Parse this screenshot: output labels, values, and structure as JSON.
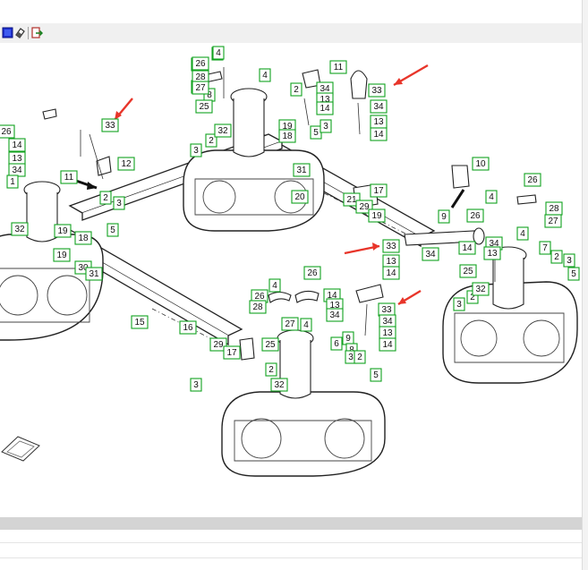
{
  "toolbar": {
    "buttons": [
      {
        "name": "blue-square-icon",
        "color": "#1f2fd0"
      },
      {
        "name": "eraser-icon",
        "color": "#333333"
      },
      {
        "name": "export-icon",
        "color": "#b0302a"
      }
    ]
  },
  "diagram": {
    "callouts": [
      {
        "text": "4"
      },
      {
        "text": "26"
      },
      {
        "text": "27"
      },
      {
        "text": "33"
      },
      {
        "text": "26"
      },
      {
        "text": "14"
      },
      {
        "text": "13"
      },
      {
        "text": "34"
      },
      {
        "text": "1"
      },
      {
        "text": "11"
      },
      {
        "text": "12"
      },
      {
        "text": "2"
      },
      {
        "text": "3"
      },
      {
        "text": "32"
      },
      {
        "text": "19"
      },
      {
        "text": "18"
      },
      {
        "text": "5"
      },
      {
        "text": "19"
      },
      {
        "text": "30"
      },
      {
        "text": "31"
      },
      {
        "text": "15"
      },
      {
        "text": "16"
      },
      {
        "text": "29"
      },
      {
        "text": "17"
      },
      {
        "text": "4"
      },
      {
        "text": "26"
      },
      {
        "text": "28"
      },
      {
        "text": "8"
      },
      {
        "text": "27"
      },
      {
        "text": "25"
      },
      {
        "text": "4"
      },
      {
        "text": "11"
      },
      {
        "text": "2"
      },
      {
        "text": "34"
      },
      {
        "text": "33"
      },
      {
        "text": "13"
      },
      {
        "text": "14"
      },
      {
        "text": "34"
      },
      {
        "text": "13"
      },
      {
        "text": "14"
      },
      {
        "text": "3"
      },
      {
        "text": "2"
      },
      {
        "text": "32"
      },
      {
        "text": "19"
      },
      {
        "text": "18"
      },
      {
        "text": "5"
      },
      {
        "text": "31"
      },
      {
        "text": "3"
      },
      {
        "text": "20"
      },
      {
        "text": "17"
      },
      {
        "text": "21"
      },
      {
        "text": "29"
      },
      {
        "text": "19"
      },
      {
        "text": "10"
      },
      {
        "text": "9"
      },
      {
        "text": "26"
      },
      {
        "text": "4"
      },
      {
        "text": "26"
      },
      {
        "text": "28"
      },
      {
        "text": "27"
      },
      {
        "text": "33"
      },
      {
        "text": "34"
      },
      {
        "text": "13"
      },
      {
        "text": "14"
      },
      {
        "text": "14"
      },
      {
        "text": "34"
      },
      {
        "text": "13"
      },
      {
        "text": "4"
      },
      {
        "text": "7"
      },
      {
        "text": "2"
      },
      {
        "text": "3"
      },
      {
        "text": "5"
      },
      {
        "text": "25"
      },
      {
        "text": "2"
      },
      {
        "text": "32"
      },
      {
        "text": "3"
      },
      {
        "text": "26"
      },
      {
        "text": "4"
      },
      {
        "text": "14"
      },
      {
        "text": "26"
      },
      {
        "text": "28"
      },
      {
        "text": "13"
      },
      {
        "text": "34"
      },
      {
        "text": "27"
      },
      {
        "text": "4"
      },
      {
        "text": "33"
      },
      {
        "text": "34"
      },
      {
        "text": "13"
      },
      {
        "text": "14"
      },
      {
        "text": "6"
      },
      {
        "text": "9"
      },
      {
        "text": "8"
      },
      {
        "text": "25"
      },
      {
        "text": "2"
      },
      {
        "text": "3"
      },
      {
        "text": "2"
      },
      {
        "text": "32"
      },
      {
        "text": "3"
      },
      {
        "text": "5"
      }
    ],
    "arrow_color": "#e8352a",
    "callout_border_color": "#12a21f"
  }
}
